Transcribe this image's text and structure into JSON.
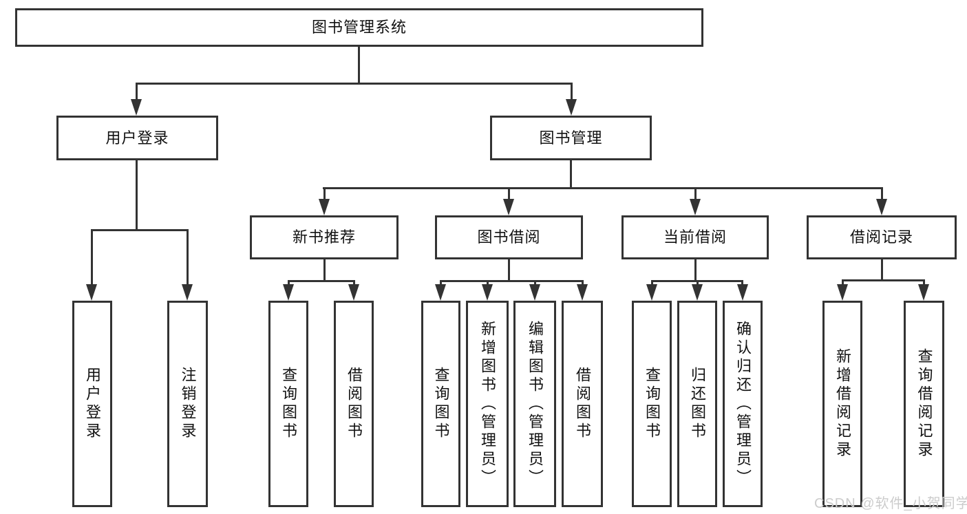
{
  "diagram": {
    "root": {
      "label": "图书管理系统"
    },
    "children": [
      {
        "label": "用户登录",
        "children": [
          {
            "label": "用户登录"
          },
          {
            "label": "注销登录"
          }
        ]
      },
      {
        "label": "图书管理",
        "children": [
          {
            "label": "新书推荐",
            "children": [
              {
                "label": "查询图书"
              },
              {
                "label": "借阅图书"
              }
            ]
          },
          {
            "label": "图书借阅",
            "children": [
              {
                "label": "查询图书"
              },
              {
                "label": "新增图书（管理员）"
              },
              {
                "label": "编辑图书（管理员）"
              },
              {
                "label": "借阅图书"
              }
            ]
          },
          {
            "label": "当前借阅",
            "children": [
              {
                "label": "查询图书"
              },
              {
                "label": "归还图书"
              },
              {
                "label": "确认归还（管理员）"
              }
            ]
          },
          {
            "label": "借阅记录",
            "children": [
              {
                "label": "新增借阅记录"
              },
              {
                "label": "查询借阅记录"
              }
            ]
          }
        ]
      }
    ]
  },
  "watermark": {
    "text": "CSDN @软件_小贺同学"
  },
  "colors": {
    "line": "#333333",
    "text": "#111111",
    "watermark": "#cccccc",
    "background": "#ffffff"
  }
}
